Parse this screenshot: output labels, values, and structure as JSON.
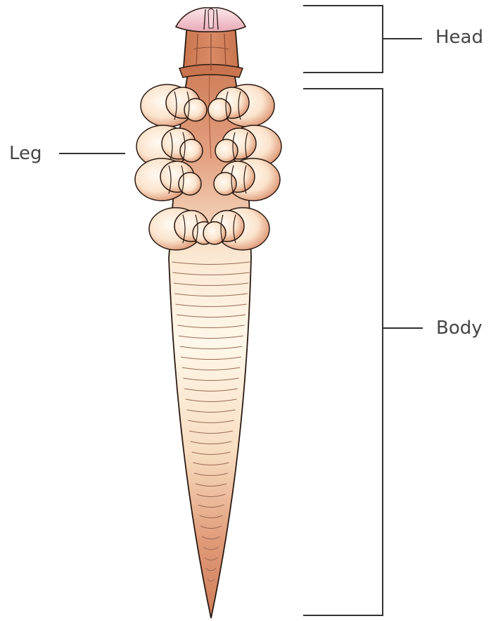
{
  "labels": {
    "head": "Head",
    "body": "Body",
    "leg": "Leg"
  },
  "colors": {
    "body_rust": "#cf7e5a",
    "body_cream": "#fff7e6",
    "outline": "#2a1a12",
    "leg_highlight": "#fffaf2",
    "mouthpart_pink": "#f2c6cf",
    "bracket_line": "#333333",
    "label_text": "#454545"
  },
  "parts": [
    "head",
    "body",
    "legs"
  ],
  "leg_count": 8
}
